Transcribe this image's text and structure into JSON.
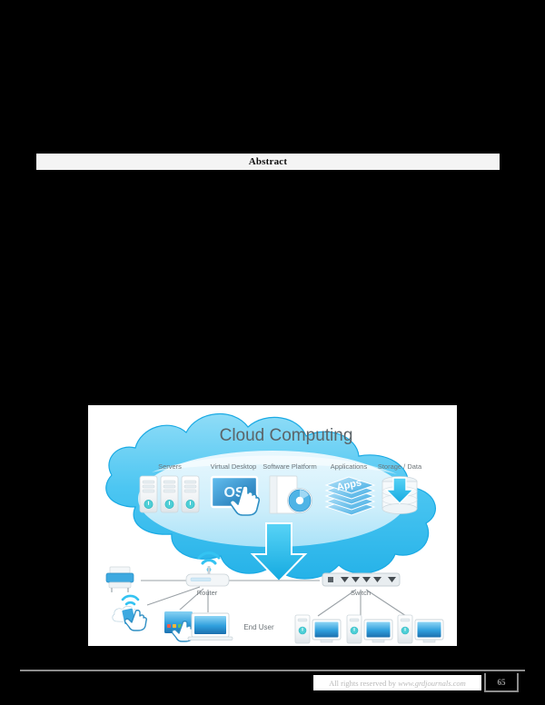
{
  "document": {
    "section_heading": "Abstract"
  },
  "figure": {
    "title": "Cloud Computing",
    "cloud_services": [
      {
        "label": "Servers",
        "icon": "server-rack-icon"
      },
      {
        "label": "Virtual Desktop",
        "icon": "os-screen-icon"
      },
      {
        "label": "Software Platform",
        "icon": "software-box-cd-icon"
      },
      {
        "label": "Applications",
        "icon": "apps-stack-icon"
      },
      {
        "label": "Storage / Data",
        "icon": "database-download-icon"
      }
    ],
    "os_badge": "OS",
    "apps_badge": "Apps",
    "network": {
      "router_label": "Router",
      "switch_label": "Switch",
      "end_user_label": "End User"
    },
    "devices": {
      "printer": "printer-icon",
      "smartphone": "smartphone-cloud-icon",
      "tablet": "tablet-icon",
      "laptop": "laptop-icon",
      "desktops": [
        "desktop-tower-monitor-icon",
        "desktop-tower-monitor-icon",
        "desktop-tower-monitor-icon"
      ]
    },
    "colors": {
      "cloud_outline": "#2fb8ec",
      "cloud_fill": "#59cdf4",
      "cloud_inner": "#bfe9fa",
      "arrow": "#2ec3ef",
      "label_text": "#6d7478",
      "title_text": "#5c6468",
      "line": "#9aa1a6"
    }
  },
  "footer": {
    "credit_prefix": "All rights reserved by ",
    "credit_site": "www.grdjournals.com",
    "page_number": "65"
  }
}
